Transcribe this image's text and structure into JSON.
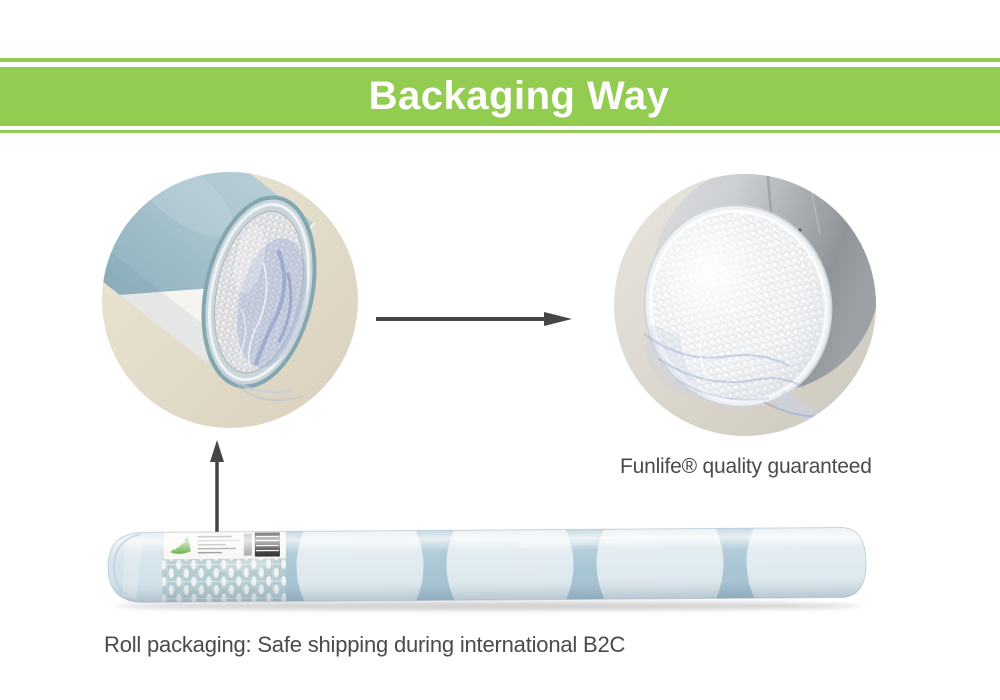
{
  "banner": {
    "title": "Backaging Way",
    "green": "#92cc50",
    "text_color": "#ffffff"
  },
  "captions": {
    "quality": "Funlife® quality guaranteed",
    "roll": "Roll packaging: Safe shipping during international B2C",
    "text_color": "#4a4a4a"
  },
  "icons": {
    "arrow_right": "right-arrow",
    "arrow_up": "up-arrow",
    "arrow_color": "#454545"
  },
  "photos": {
    "left_alt": "close-up of wrapped wallpaper roll end with foam plug",
    "right_alt": "close-up of roll end foam plug in clear plastic",
    "roll_alt": "wallpaper roll packaged in shrink wrap with label"
  },
  "palette": {
    "roll_blue": "#a7c4d3",
    "roll_pale": "#dfeaf0",
    "photo_bg_beige": "#e5ddcb",
    "photo_bg_gray": "#d8d4ca"
  }
}
